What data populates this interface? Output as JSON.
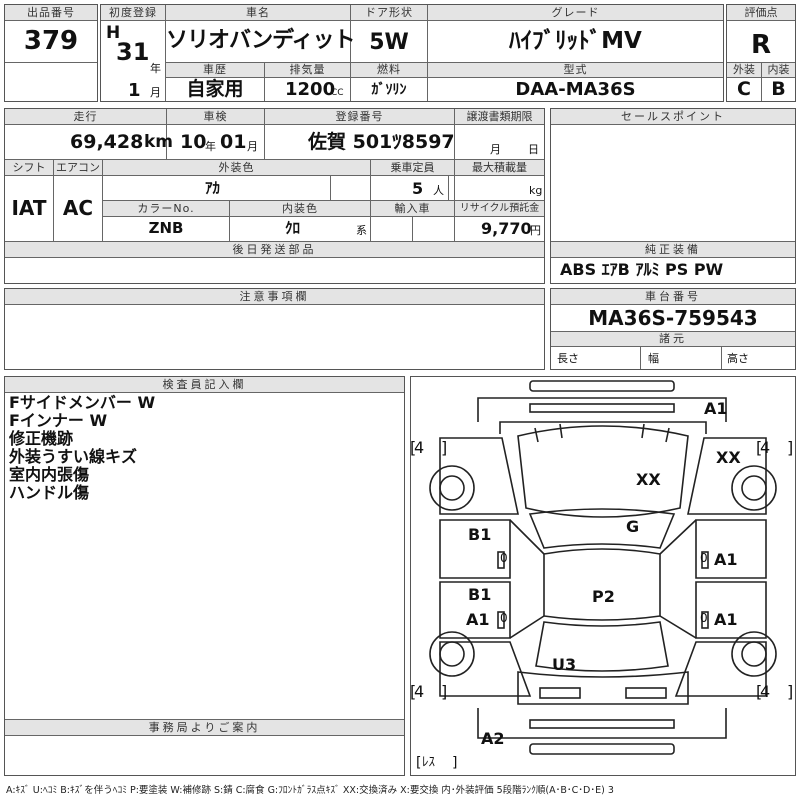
{
  "listing": {
    "lot_number_header": "出品番号",
    "lot_number": "379",
    "first_reg_header": "初度登録",
    "era_letter": "H",
    "first_reg_year": "31",
    "year_unit": "年",
    "first_reg_month": "1",
    "month_unit": "月",
    "car_name_header": "車名",
    "car_name": "ソリオバンディット",
    "history_header": "車歴",
    "history": "自家用",
    "displacement_header": "排気量",
    "displacement": "1200",
    "displacement_unit": "CC",
    "door_header": "ドア形状",
    "doors": "5W",
    "fuel_header": "燃料",
    "fuel": "ｶﾞｿﾘﾝ",
    "grade_header": "グレード",
    "grade": "ﾊｲﾌﾞﾘｯﾄﾞMV",
    "model_header": "型式",
    "model_code": "DAA-MA36S",
    "score_header": "評価点",
    "score": "R",
    "exterior_header": "外装",
    "exterior_grade": "C",
    "interior_header": "内装",
    "interior_grade": "B"
  },
  "row2": {
    "mileage_header": "走行",
    "mileage": "69,428",
    "mileage_unit": "km",
    "inspection_header": "車検",
    "inspection_year": "10",
    "inspection_year_unit": "年",
    "inspection_month": "01",
    "inspection_month_unit": "月",
    "plate_header": "登録番号",
    "plate": "佐賀 501ﾂ8597",
    "transfer_header": "譲渡書類期限",
    "transfer_month_unit": "月",
    "transfer_day_unit": "日",
    "shift_header": "シフト",
    "shift": "IAT",
    "aircon_header": "エアコン",
    "aircon": "AC",
    "ext_color_header": "外装色",
    "ext_color": "ｱｶ",
    "capacity_header": "乗車定員",
    "capacity": "5",
    "capacity_unit": "人",
    "load_header": "最大積載量",
    "load_unit": "kg",
    "color_no_header": "カラーNo.",
    "color_no": "ZNB",
    "int_color_header": "内装色",
    "int_color": "ｸﾛ",
    "int_color_suffix": "系",
    "import_header": "輸入車",
    "recycle_header": "リサイクル預託金",
    "recycle": "9,770",
    "recycle_unit": "円"
  },
  "sales_point_header": "セールスポイント",
  "later_parts_header": "後日発送部品",
  "equipment_header": "純正装備",
  "equipment": "ABS ｴｱB ｱﾙﾐ PS PW",
  "notes_header": "注意事項欄",
  "chassis_header": "車台番号",
  "chassis": "MA36S-759543",
  "specs_header": "諸元",
  "length_label": "長さ",
  "width_label": "幅",
  "height_label": "高さ",
  "inspector_header": "検査員記入欄",
  "inspector_notes": [
    "Fサイドメンバー W",
    "Fインナー W",
    "修正機跡",
    "外装うすい線キズ",
    "室内内張傷",
    "ハンドル傷"
  ],
  "office_header": "事務局よりご案内",
  "damage": {
    "front_bumper": "A1",
    "tire_fl": "4",
    "tire_fr": "4",
    "tire_rl": "4",
    "tire_rr": "4",
    "fender_r": "XX",
    "windshield": "XX",
    "hood": "G",
    "door_fl_1": "B1",
    "door_fl_mark": "0",
    "door_fr_mark": "0",
    "door_fr": "A1",
    "door_rl_1": "B1",
    "door_rl_2": "A1",
    "door_rl_mark": "0",
    "door_rr_mark": "0",
    "door_rr": "A1",
    "roof": "P2",
    "rear_glass": "U3",
    "rear_bumper": "A2",
    "repair_note": "ﾚｽ"
  },
  "legend": "A:ｷｽﾞ U:ﾍｺﾐ B:ｷｽﾞを伴うﾍｺﾐ P:要塗装 W:補修跡 S:錆 C:腐食 G:ﾌﾛﾝﾄｶﾞﾗｽ点ｷｽﾞ XX:交換済み X:要交換 内･外装評価 5段階ﾗﾝｸ順(A･B･C･D･E) 3"
}
